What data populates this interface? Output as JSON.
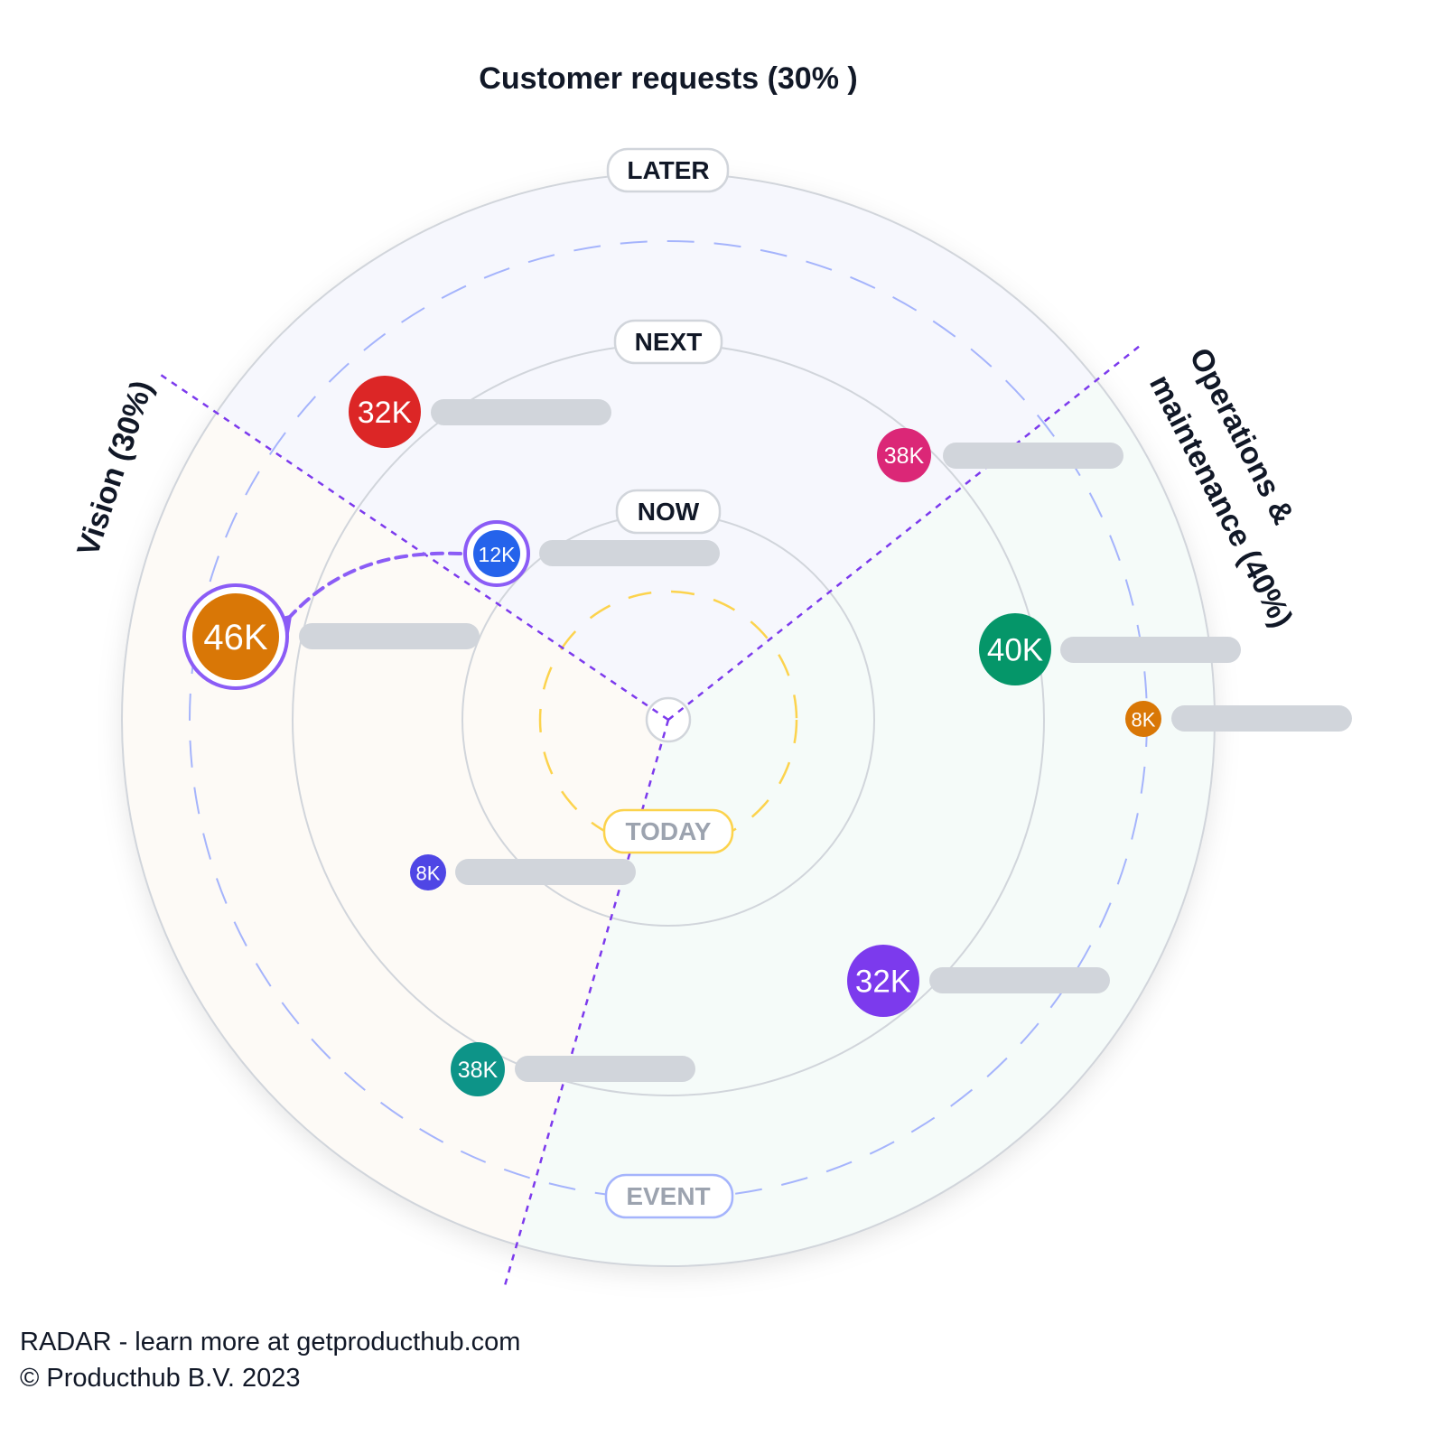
{
  "sectors": [
    {
      "name": "Customer requests",
      "label": "Customer requests (30% )",
      "share": 30,
      "color": "#f6f7fd"
    },
    {
      "name": "Operations & maintenance",
      "label_lines": [
        "Operations &",
        "maintenance (40%)"
      ],
      "share": 40,
      "color": "#f5fbf9"
    },
    {
      "name": "Vision",
      "label": "Vision (30%)",
      "share": 30,
      "color": "#fdfaf6"
    }
  ],
  "rings": {
    "today": "TODAY",
    "now": "NOW",
    "next": "NEXT",
    "event": "EVENT",
    "later": "LATER"
  },
  "colors": {
    "divider": "#7c3aed",
    "ring_stroke": "#d1d5db",
    "event_dash": "#a5b4fc",
    "today_dash": "#fcd34d",
    "highlight": "#8b5cf6",
    "placeholder_bar": "#d1d5db"
  },
  "blips": [
    {
      "id": "b1",
      "value": "32K",
      "color": "#dc2626",
      "sector": "Customer requests",
      "ring": "NEXT",
      "size": "large"
    },
    {
      "id": "b2",
      "value": "38K",
      "color": "#db2777",
      "sector": "Customer requests",
      "ring": "NEXT",
      "size": "medium"
    },
    {
      "id": "b3",
      "value": "12K",
      "color": "#2563eb",
      "sector": "Customer requests",
      "ring": "NOW",
      "size": "medium",
      "highlighted": true
    },
    {
      "id": "b4",
      "value": "46K",
      "color": "#d97706",
      "sector": "Vision",
      "ring": "LATER",
      "size": "xlarge",
      "highlighted": true
    },
    {
      "id": "b5",
      "value": "40K",
      "color": "#059669",
      "sector": "Operations & maintenance",
      "ring": "NEXT",
      "size": "large"
    },
    {
      "id": "b6",
      "value": "8K",
      "color": "#d97706",
      "sector": "Operations & maintenance",
      "ring": "LATER",
      "size": "small"
    },
    {
      "id": "b7",
      "value": "8K",
      "color": "#4f46e5",
      "sector": "Vision",
      "ring": "NOW",
      "size": "small"
    },
    {
      "id": "b8",
      "value": "32K",
      "color": "#7c3aed",
      "sector": "Operations & maintenance",
      "ring": "NEXT",
      "size": "large"
    },
    {
      "id": "b9",
      "value": "38K",
      "color": "#0d9488",
      "sector": "Vision",
      "ring": "NEXT",
      "size": "medium"
    }
  ],
  "move_arrow": {
    "from": "b3",
    "to": "b4"
  },
  "footer": {
    "line1": "RADAR - learn more at getproducthub.com",
    "line2": "© Producthub B.V. 2023"
  }
}
